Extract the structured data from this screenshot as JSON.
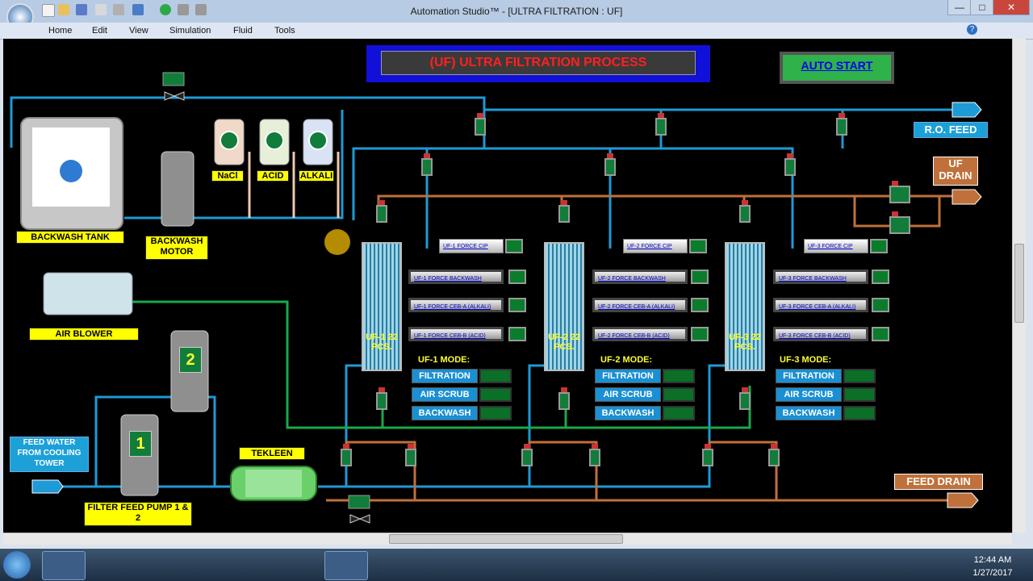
{
  "window": {
    "title": "Automation Studio™ - [ULTRA FILTRATION : UF]"
  },
  "menu": [
    "Home",
    "Edit",
    "View",
    "Simulation",
    "Fluid",
    "Tools"
  ],
  "process": {
    "title": "(UF) ULTRA FILTRATION PROCESS",
    "auto_start": "AUTO START",
    "ro_feed": "R.O. FEED",
    "uf_drain": "UF DRAIN",
    "feed_drain": "FEED DRAIN",
    "backwash_tank": "BACKWASH TANK",
    "backwash_motor": "BACKWASH MOTOR",
    "air_blower": "AIR BLOWER",
    "feed_water": "FEED WATER FROM COOLING TOWER",
    "filter_pump": "FILTER FEED PUMP 1 & 2",
    "tekleen": "TEKLEEN",
    "pump1": "1",
    "pump2": "2",
    "chemicals": [
      "NaCl",
      "ACID",
      "ALKALI"
    ]
  },
  "units": [
    {
      "name": "UF-1 22 PCS.",
      "mode_title": "UF-1 MODE:",
      "controls": [
        "UF-1 FORCE CIP",
        "UF-1 FORCE BACKWASH",
        "UF-1 FORCE CEB-A (ALKALI)",
        "UF-1 FORCE CEB-B (ACID)"
      ],
      "modes": [
        "FILTRATION",
        "AIR SCRUB",
        "BACKWASH"
      ]
    },
    {
      "name": "UF-2 22 PCS.",
      "mode_title": "UF-2 MODE:",
      "controls": [
        "UF-2 FORCE CIP",
        "UF-2 FORCE BACKWASH",
        "UF-2 FORCE CEB-A (ALKALI)",
        "UF-2 FORCE CEB-B (ACID)"
      ],
      "modes": [
        "FILTRATION",
        "AIR SCRUB",
        "BACKWASH"
      ]
    },
    {
      "name": "UF-3 22 PCS.",
      "mode_title": "UF-3 MODE:",
      "controls": [
        "UF-3 FORCE CIP",
        "UF-3 FORCE BACKWASH",
        "UF-3 FORCE CEB-A (ALKALI)",
        "UF-3 FORCE CEB-B (ACID)"
      ],
      "modes": [
        "FILTRATION",
        "AIR SCRUB",
        "BACKWASH"
      ]
    }
  ],
  "colors": {
    "water": "#1e9ad6",
    "drain": "#c0703a",
    "air": "#1aa84a",
    "chemical": "#f0d0c0"
  },
  "taskbar": {
    "time": "12:44 AM",
    "date": "1/27/2017"
  }
}
